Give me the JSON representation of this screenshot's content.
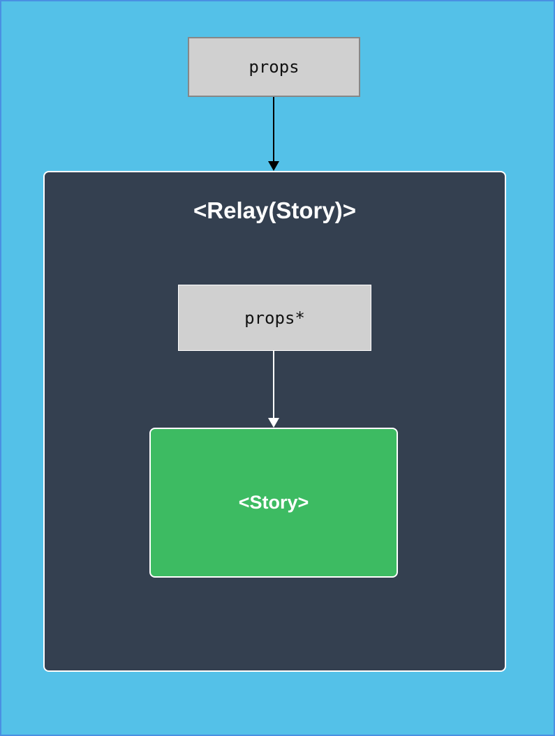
{
  "diagram": {
    "type": "component-data-flow",
    "background_color": "#54c1e8",
    "frame_border_color": "#4a90e2",
    "outer_props_node": {
      "label": "props",
      "fill_color": "#d0d0d0",
      "border_color": "#878787"
    },
    "arrow_props_to_container": {
      "name": "arrow-down",
      "color": "#000000"
    },
    "relay_container": {
      "title": "<Relay(Story)>",
      "fill_color": "#344050",
      "border_color": "#ffffff",
      "inner_props_node": {
        "label": "props*",
        "fill_color": "#d0d0d0",
        "border_color": "#ffffff"
      },
      "arrow_props_to_story": {
        "name": "arrow-down",
        "color": "#ffffff"
      },
      "story_node": {
        "label": "<Story>",
        "fill_color": "#3dbb62",
        "border_color": "#ffffff"
      }
    }
  }
}
